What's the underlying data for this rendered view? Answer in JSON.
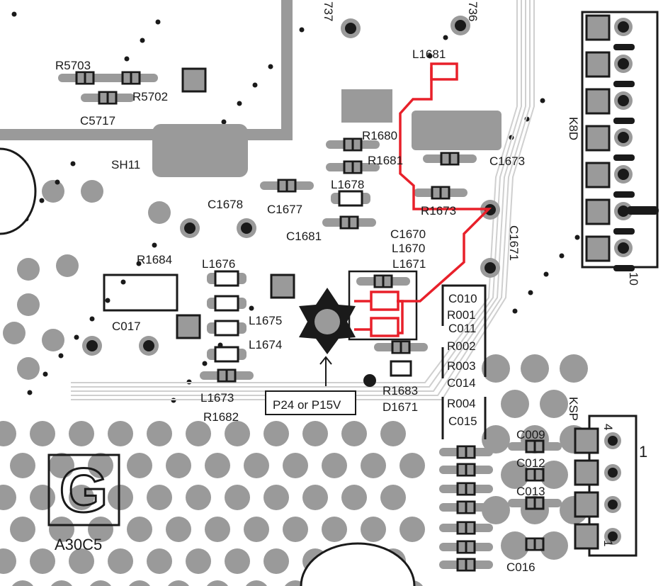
{
  "colors": {
    "pad": "#9a9a9a",
    "trace": "#d4d4d4",
    "ink": "#1a1a1a",
    "highlight": "#e8202a"
  },
  "labels": {
    "r5703": "R5703",
    "r5702": "R5702",
    "c5717": "C5717",
    "sh11": "SH11",
    "u737": "737",
    "u736": "736",
    "l1681": "L1681",
    "r1680": "R1680",
    "r1681": "R1681",
    "c1673": "C1673",
    "l1678": "L1678",
    "c1677": "C1677",
    "r1673": "R1673",
    "c1678": "C1678",
    "c1681": "C1681",
    "c1670": "C1670",
    "l1670": "L1670",
    "l1671": "L1671",
    "c1671": "C1671",
    "k8d": "K8D",
    "k8d_pin": "10",
    "r1684": "R1684",
    "l1676": "L1676",
    "l1675": "L1675",
    "l1674": "L1674",
    "c017": "C017",
    "l1673": "L1673",
    "r1682": "R1682",
    "r1683": "R1683",
    "d1671": "D1671",
    "c010": "C010",
    "r001": "R001",
    "c011": "C011",
    "r002": "R002",
    "r003": "R003",
    "c014": "C014",
    "r004": "R004",
    "c015": "C015",
    "c009": "C009",
    "c012": "C012",
    "c013": "C013",
    "c016": "C016",
    "ksp": "KSP",
    "ksp_pin4": "4",
    "ksp_pin1": "1",
    "ksp_ref": "1",
    "a30c5": "A30C5"
  },
  "note_box": "P24 or P15V",
  "logo_letter": "G"
}
